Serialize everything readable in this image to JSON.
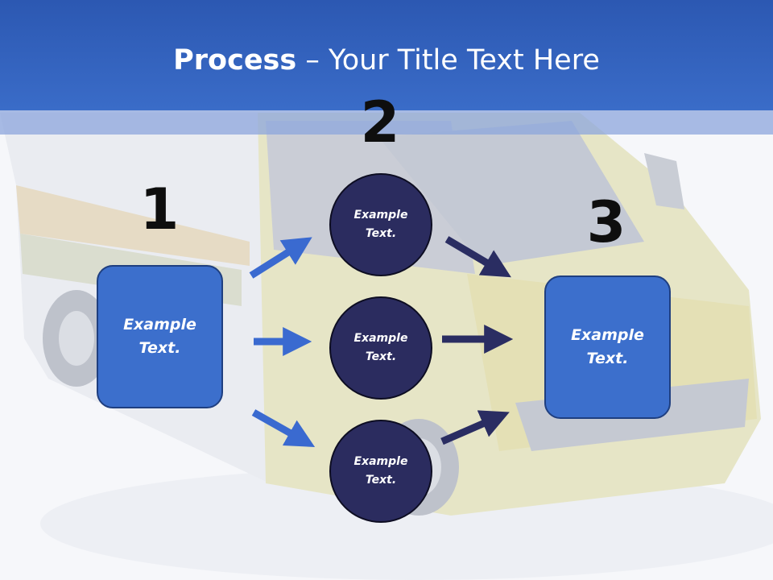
{
  "title": {
    "bold": "Process",
    "rest": " – Your Title Text Here"
  },
  "steps": [
    {
      "number": "1",
      "text": "Example Text."
    },
    {
      "number": "2",
      "items": [
        "Example Text.",
        "Example Text.",
        "Example Text."
      ]
    },
    {
      "number": "3",
      "text": "Example Text."
    }
  ],
  "colors": {
    "header": "#2c58b2",
    "box": "#3c6fcc",
    "circle": "#2b2c5f",
    "arrow_light": "#3a6ad0",
    "arrow_dark": "#2a2d62"
  },
  "background_image": "ambulance-photo"
}
